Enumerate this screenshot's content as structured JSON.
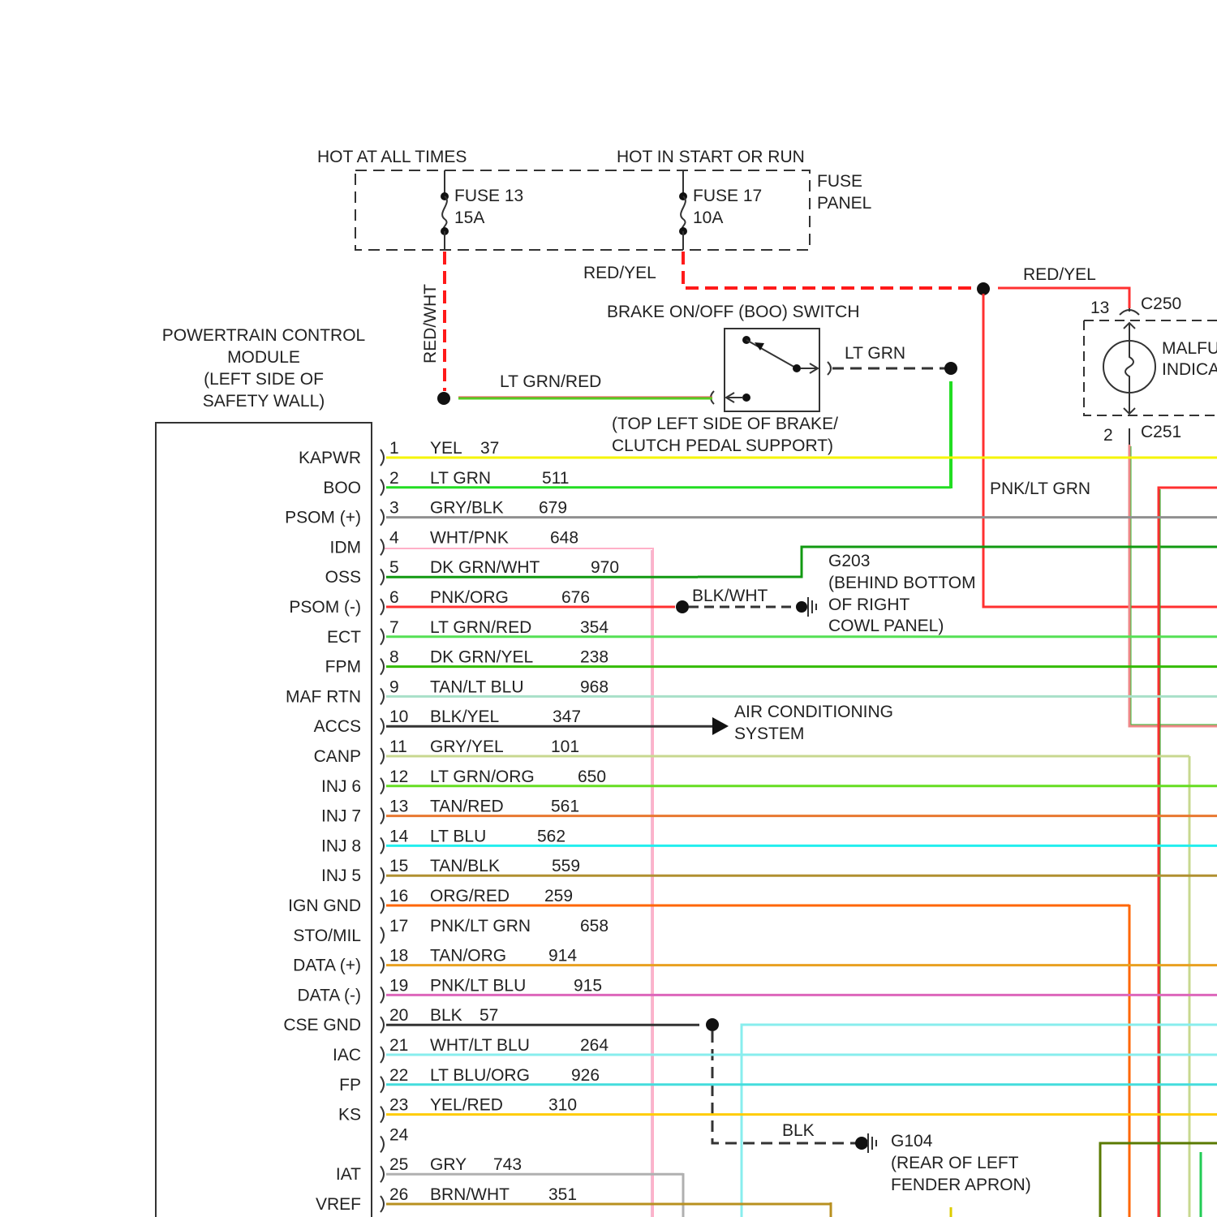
{
  "fuse_panel": {
    "hot_at_all_times": "HOT AT ALL TIMES",
    "hot_in_start_or_run": "HOT IN START OR RUN",
    "label_line1": "FUSE",
    "label_line2": "PANEL",
    "fuse13_name": "FUSE 13",
    "fuse13_rating": "15A",
    "fuse17_name": "FUSE 17",
    "fuse17_rating": "10A"
  },
  "wires": {
    "red_wht": "RED/WHT",
    "red_yel_a": "RED/YEL",
    "red_yel_b": "RED/YEL",
    "lt_grn_red": "LT GRN/RED",
    "lt_grn": "LT GRN",
    "pnk_lt_grn": "PNK/LT GRN",
    "blk_wht": "BLK/WHT",
    "blk": "BLK"
  },
  "boo_switch": {
    "title": "BRAKE ON/OFF (BOO) SWITCH",
    "location_line1": "(TOP LEFT SIDE OF BRAKE/",
    "location_line2": "CLUTCH PEDAL SUPPORT)"
  },
  "pcm": {
    "title_line1": "POWERTRAIN CONTROL",
    "title_line2": "MODULE",
    "title_line3": "(LEFT SIDE OF",
    "title_line4": "SAFETY WALL)"
  },
  "mil": {
    "connector_top": "C250",
    "connector_bottom": "C251",
    "pin_top": "13",
    "pin_bottom": "2",
    "label_line1": "MALFU",
    "label_line2": "INDICA"
  },
  "grounds": {
    "g203_name": "G203",
    "g203_line1": "(BEHIND BOTTOM",
    "g203_line2": "OF RIGHT",
    "g203_line3": "COWL PANEL)",
    "g104_name": "G104",
    "g104_line1": "(REAR OF LEFT",
    "g104_line2": "FENDER APRON)"
  },
  "ac_system": {
    "line1": "AIR CONDITIONING",
    "line2": "SYSTEM"
  },
  "pins": [
    {
      "pin": "1",
      "signal": "KAPWR",
      "wire": "YEL",
      "circuit": "37",
      "color": "#f5f500"
    },
    {
      "pin": "2",
      "signal": "BOO",
      "wire": "LT GRN",
      "circuit": "511",
      "color": "#22dd22"
    },
    {
      "pin": "3",
      "signal": "PSOM (+)",
      "wire": "GRY/BLK",
      "circuit": "679",
      "color": "#909090"
    },
    {
      "pin": "4",
      "signal": "IDM",
      "wire": "WHT/PNK",
      "circuit": "648",
      "color": "#ffb0c8"
    },
    {
      "pin": "5",
      "signal": "OSS",
      "wire": "DK GRN/WHT",
      "circuit": "970",
      "color": "#119911"
    },
    {
      "pin": "6",
      "signal": "PSOM (-)",
      "wire": "PNK/ORG",
      "circuit": "676",
      "color": "#ff3030"
    },
    {
      "pin": "7",
      "signal": "ECT",
      "wire": "LT GRN/RED",
      "circuit": "354",
      "color": "#55e055"
    },
    {
      "pin": "8",
      "signal": "FPM",
      "wire": "DK GRN/YEL",
      "circuit": "238",
      "color": "#33bb00"
    },
    {
      "pin": "9",
      "signal": "MAF RTN",
      "wire": "TAN/LT BLU",
      "circuit": "968",
      "color": "#a8e0c8"
    },
    {
      "pin": "10",
      "signal": "ACCS",
      "wire": "BLK/YEL",
      "circuit": "347",
      "color": "#333333"
    },
    {
      "pin": "11",
      "signal": "CANP",
      "wire": "GRY/YEL",
      "circuit": "101",
      "color": "#c8d890"
    },
    {
      "pin": "12",
      "signal": "INJ 6",
      "wire": "LT GRN/ORG",
      "circuit": "650",
      "color": "#66dd22"
    },
    {
      "pin": "13",
      "signal": "INJ 7",
      "wire": "TAN/RED",
      "circuit": "561",
      "color": "#e87830"
    },
    {
      "pin": "14",
      "signal": "INJ 8",
      "wire": "LT BLU",
      "circuit": "562",
      "color": "#22eeee"
    },
    {
      "pin": "15",
      "signal": "INJ 5",
      "wire": "TAN/BLK",
      "circuit": "559",
      "color": "#b09030"
    },
    {
      "pin": "16",
      "signal": "IGN GND",
      "wire": "ORG/RED",
      "circuit": "259",
      "color": "#ff6600"
    },
    {
      "pin": "17",
      "signal": "STO/MIL",
      "wire": "PNK/LT GRN",
      "circuit": "658",
      "color": "#ee8888"
    },
    {
      "pin": "18",
      "signal": "DATA (+)",
      "wire": "TAN/ORG",
      "circuit": "914",
      "color": "#e8a020"
    },
    {
      "pin": "19",
      "signal": "DATA (-)",
      "wire": "PNK/LT BLU",
      "circuit": "915",
      "color": "#dd66bb"
    },
    {
      "pin": "20",
      "signal": "CSE GND",
      "wire": "BLK",
      "circuit": "57",
      "color": "#333333"
    },
    {
      "pin": "21",
      "signal": "IAC",
      "wire": "WHT/LT BLU",
      "circuit": "264",
      "color": "#88eeee"
    },
    {
      "pin": "22",
      "signal": "FP",
      "wire": "LT BLU/ORG",
      "circuit": "926",
      "color": "#44dddd"
    },
    {
      "pin": "23",
      "signal": "KS",
      "wire": "YEL/RED",
      "circuit": "310",
      "color": "#ffcc00"
    },
    {
      "pin": "24",
      "signal": "",
      "wire": "",
      "circuit": "",
      "color": ""
    },
    {
      "pin": "25",
      "signal": "IAT",
      "wire": "GRY",
      "circuit": "743",
      "color": "#b0b0b0"
    },
    {
      "pin": "26",
      "signal": "VREF",
      "wire": "BRN/WHT",
      "circuit": "351",
      "color": "#b89020"
    }
  ]
}
